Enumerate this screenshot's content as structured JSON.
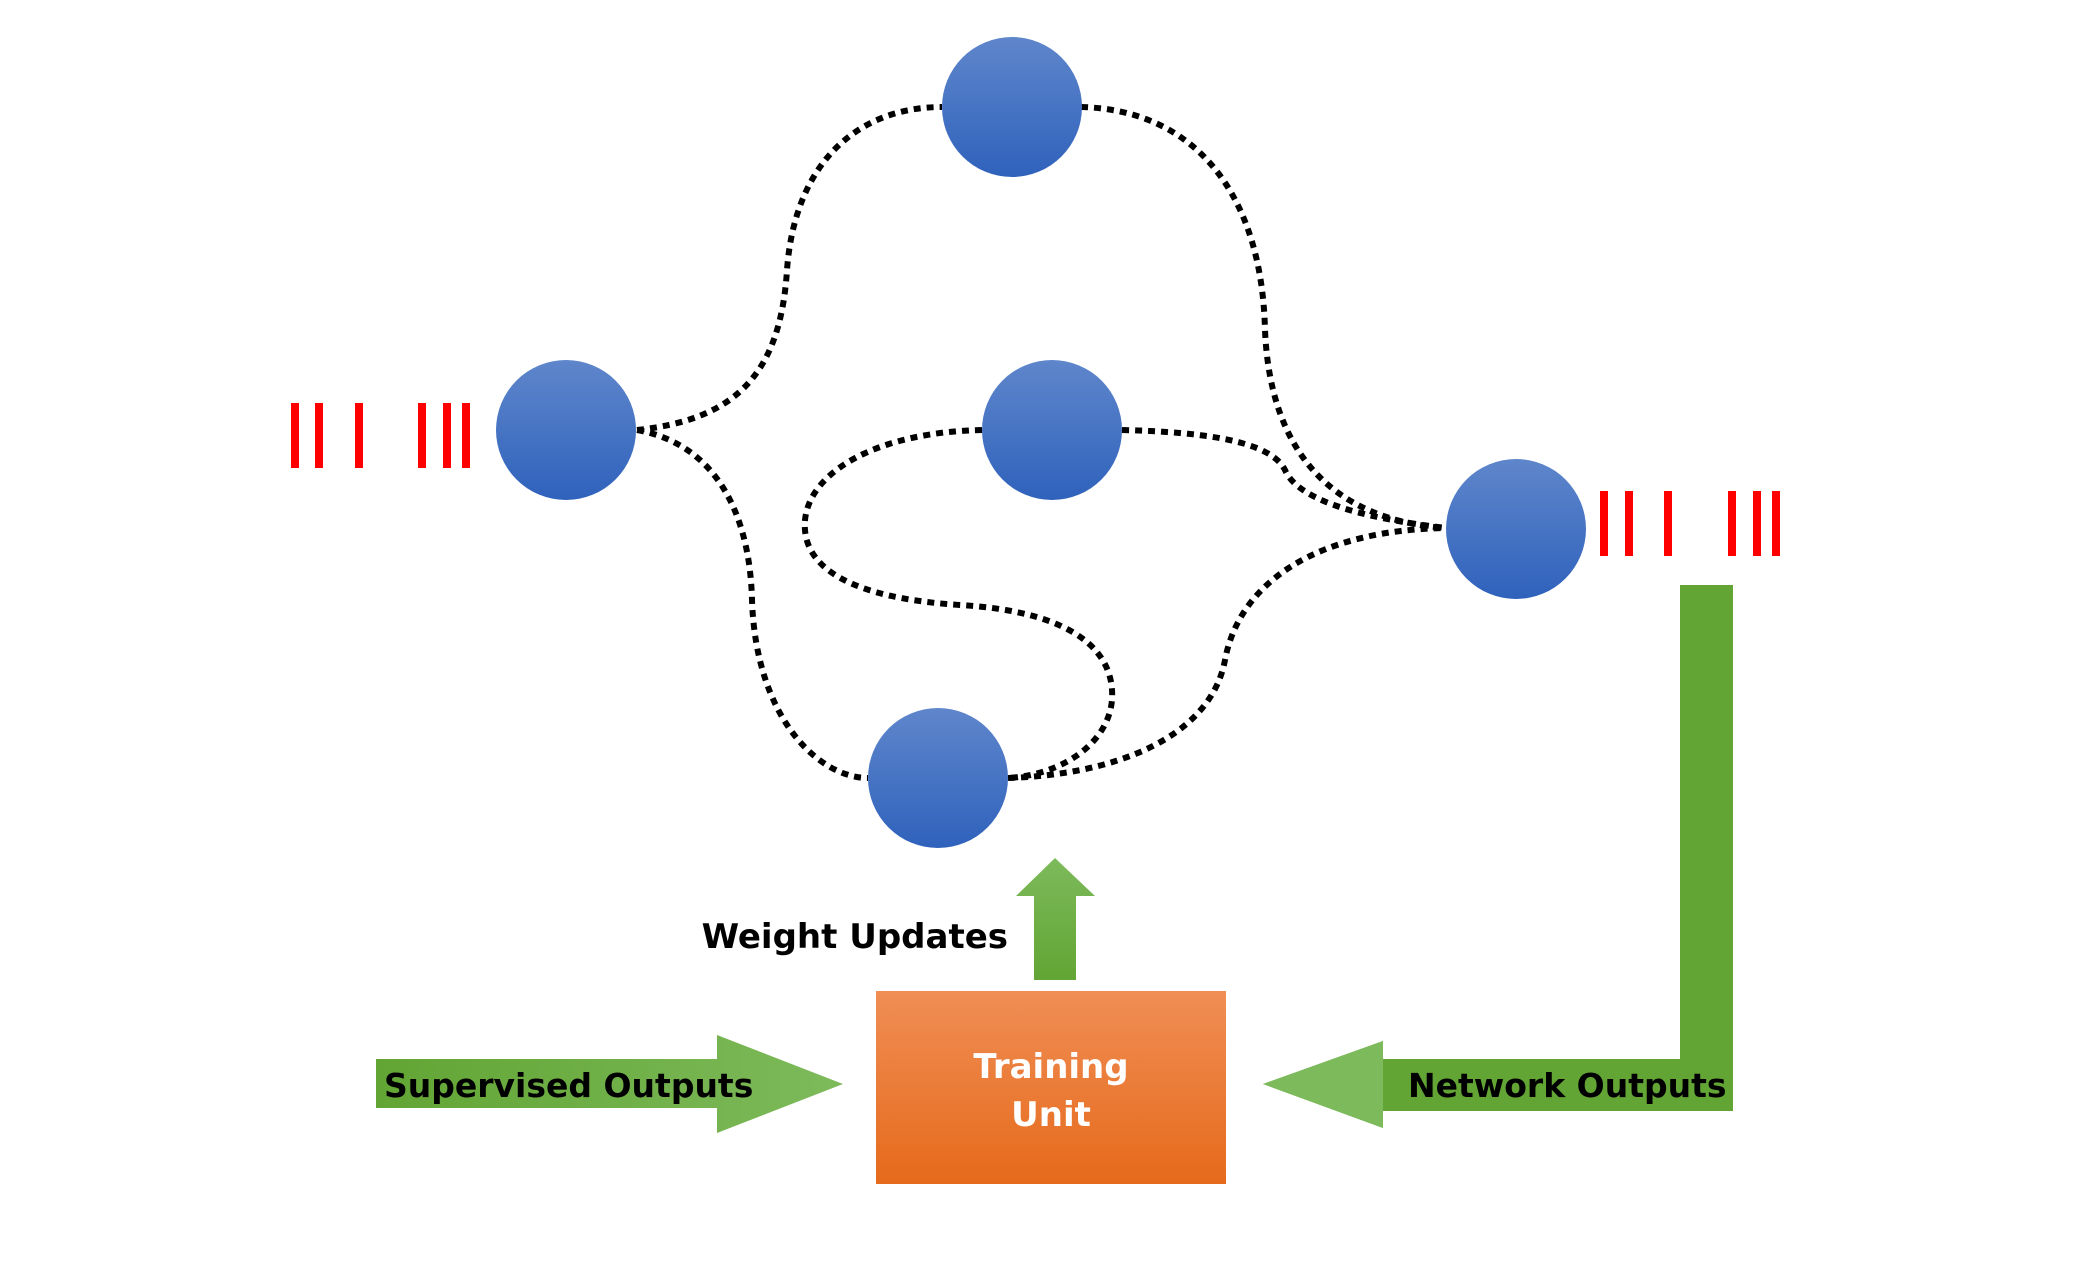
{
  "diagram": {
    "title": "Neural network training with supervised outputs",
    "nodes": [
      {
        "id": "input",
        "role": "input neuron"
      },
      {
        "id": "hidden-top",
        "role": "hidden neuron"
      },
      {
        "id": "hidden-middle",
        "role": "hidden neuron"
      },
      {
        "id": "hidden-bottom",
        "role": "hidden neuron"
      },
      {
        "id": "output",
        "role": "output neuron"
      }
    ],
    "connections": [
      {
        "from": "input",
        "to": "hidden-top"
      },
      {
        "from": "input",
        "to": "hidden-bottom"
      },
      {
        "from": "hidden-top",
        "to": "output"
      },
      {
        "from": "hidden-middle",
        "to": "output"
      },
      {
        "from": "hidden-middle",
        "to": "hidden-bottom"
      },
      {
        "from": "hidden-bottom",
        "to": "output"
      }
    ],
    "input_spike_train": {
      "icon": "spike-train-icon",
      "spike_count": 6
    },
    "output_spike_train": {
      "icon": "spike-train-icon",
      "spike_count": 6
    },
    "training_unit": {
      "line1": "Training",
      "line2": "Unit"
    },
    "weight_updates_label": "Weight Updates",
    "supervised_outputs_label": "Supervised Outputs",
    "network_outputs_label": "Network Outputs",
    "colors": {
      "neuron_top": "#5F86CB",
      "neuron_bottom": "#2F62BC",
      "spike": "#FF0000",
      "arrow_light": "#7DBA5B",
      "arrow_dark": "#62A534",
      "training_top": "#F08E55",
      "training_bottom": "#E66A1B",
      "connection": "#000000",
      "label_text": "#000000",
      "training_text": "#FFFFFF"
    }
  }
}
